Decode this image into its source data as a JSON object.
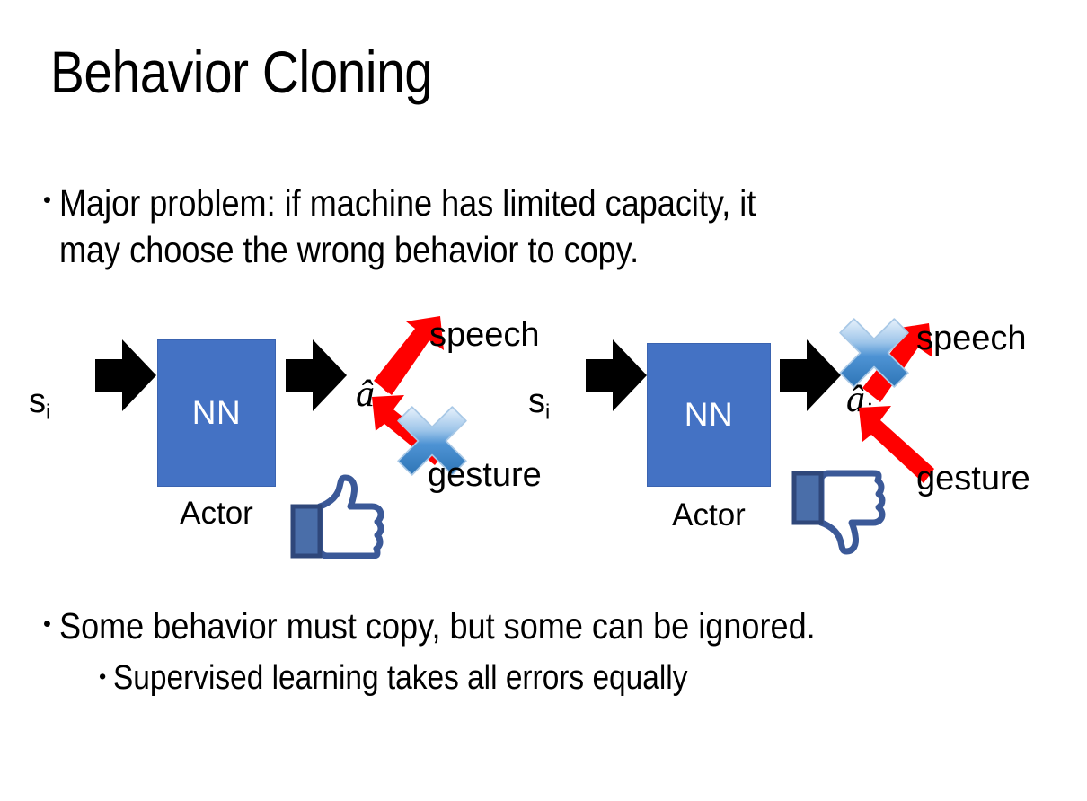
{
  "slide": {
    "title": "Behavior Cloning",
    "background_color": "#FFFFFF",
    "bullet_char": "•"
  },
  "bullets": {
    "top": "Major problem: if machine has limited capacity, it\nmay choose the wrong behavior to copy.",
    "bottom_level1": "Some behavior must copy, but some can be ignored.",
    "bottom_level2": "Supervised learning takes all errors equally"
  },
  "colors": {
    "nn_box_fill": "#4472C4",
    "nn_box_border": "#3A63B0",
    "arrow_black": "#000000",
    "arrow_red": "#FF0000",
    "x_blue_light": "#D7E7F8",
    "x_blue_mid": "#5B9BD5",
    "x_blue_dark": "#2E75B6",
    "thumb_outline": "#3B5998",
    "thumb_fill": "#FFFFFF",
    "thumb_cuff": "#4A6EA9",
    "text_black": "#000000"
  },
  "diagrams": [
    {
      "id": "left",
      "state_label": "s",
      "state_subscript": "i",
      "network_label": "NN",
      "network_caption": "Actor",
      "action_label": "â",
      "action_subscript": "i",
      "output_top": "speech",
      "output_bottom": "gesture",
      "crossed_out": "gesture",
      "feedback_icon": "thumbs-up-icon",
      "feedback": "positive"
    },
    {
      "id": "right",
      "state_label": "s",
      "state_subscript": "i",
      "network_label": "NN",
      "network_caption": "Actor",
      "action_label": "â",
      "action_subscript": "i",
      "output_top": "speech",
      "output_bottom": "gesture",
      "crossed_out": "speech",
      "feedback_icon": "thumbs-down-icon",
      "feedback": "negative"
    }
  ]
}
